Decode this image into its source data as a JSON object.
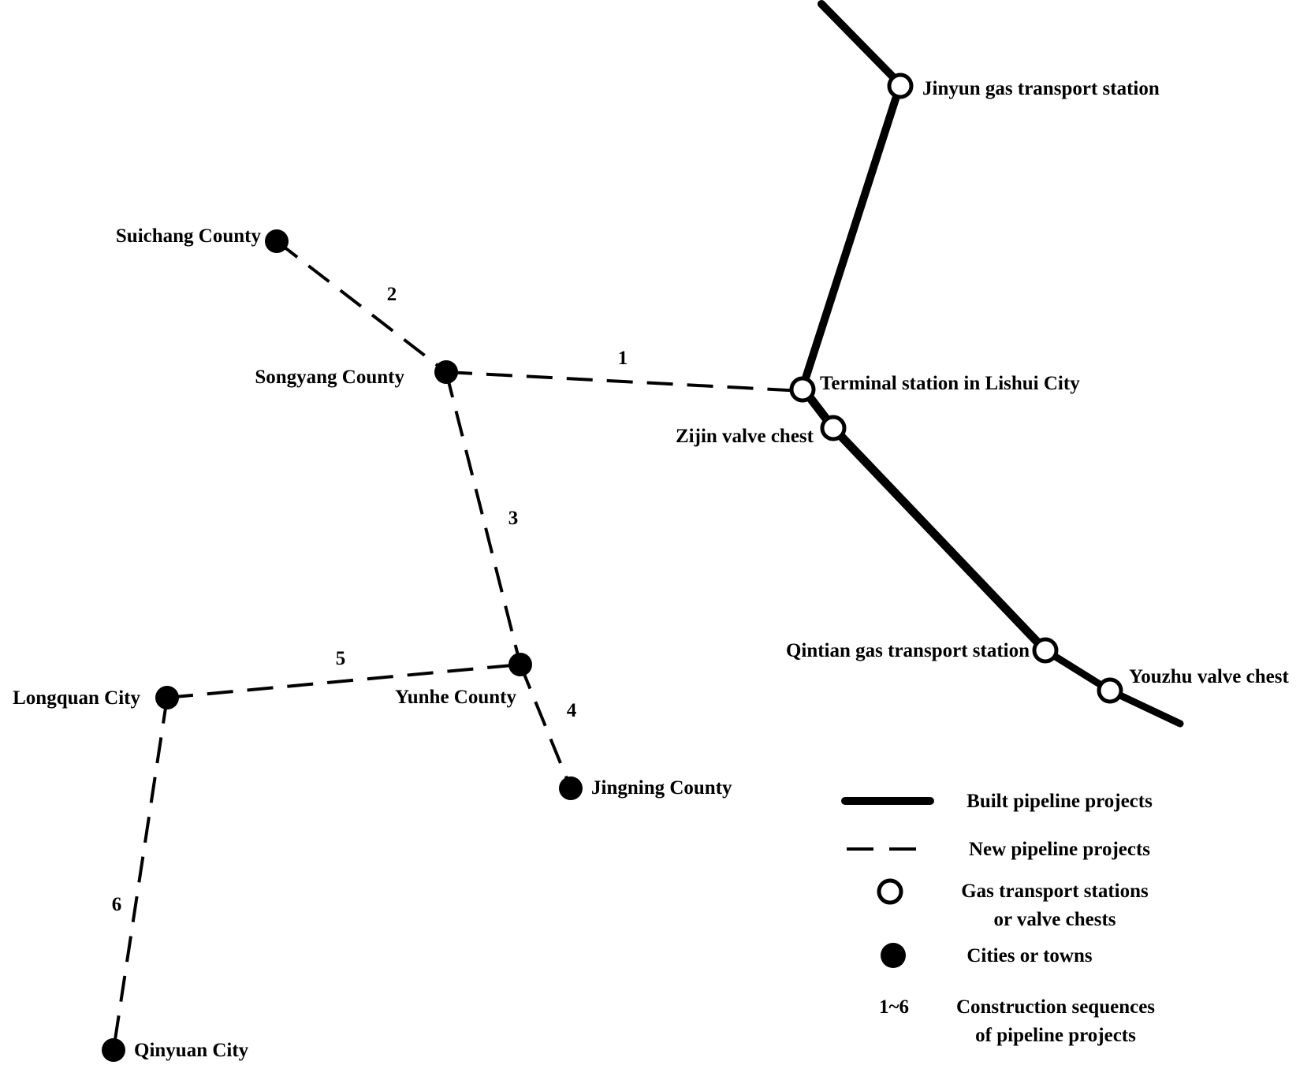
{
  "colors": {
    "line": "#000000",
    "background": "#ffffff",
    "station_fill": "#ffffff",
    "city_fill": "#000000"
  },
  "stations": {
    "jinyun": "Jinyun gas transport station",
    "lishui": "Terminal station in Lishui City",
    "zijin": "Zijin valve chest",
    "qintian": "Qintian gas transport station",
    "youzhu": "Youzhu valve chest"
  },
  "cities": {
    "suichang": "Suichang County",
    "songyang": "Songyang County",
    "yunhe": "Yunhe County",
    "longquan": "Longquan City",
    "jingning": "Jingning County",
    "qinyuan": "Qinyuan City"
  },
  "sequences": {
    "s1": "1",
    "s2": "2",
    "s3": "3",
    "s4": "4",
    "s5": "5",
    "s6": "6"
  },
  "legend": {
    "built": "Built pipeline projects",
    "new": "New pipeline projects",
    "stations_line1": "Gas transport stations",
    "stations_line2": "or valve chests",
    "cities": "Cities or towns",
    "range": "1~6",
    "sequence_line1": "Construction sequences",
    "sequence_line2": "of pipeline projects"
  }
}
